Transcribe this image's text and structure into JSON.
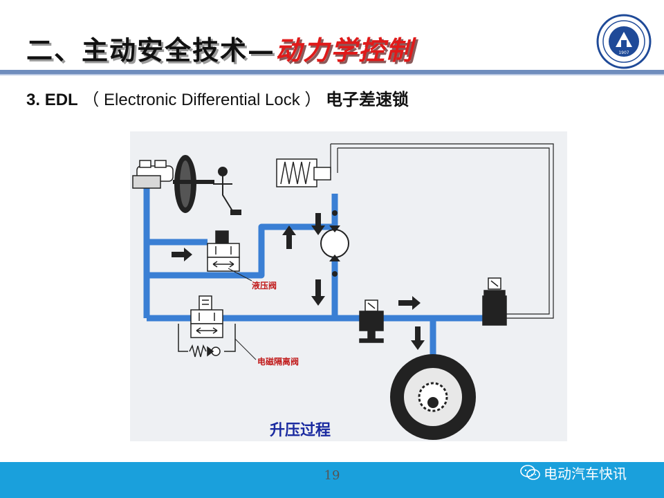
{
  "header": {
    "title_main": "二、主动安全技术—",
    "title_sub": "动力学控制"
  },
  "section": {
    "number": "3.",
    "abbr": "EDL",
    "full_name": "（ Electronic Differential Lock ）",
    "cn_name": "电子差速锁"
  },
  "diagram": {
    "labels": {
      "hydraulic_valve": "液压阀",
      "solenoid_isolation_valve": "电磁隔离阀"
    },
    "caption": "升压过程",
    "colors": {
      "fluid": "#3a7fd4",
      "outline": "#222222",
      "label": "#c01818"
    }
  },
  "footer": {
    "page_number": "19",
    "brand": "电动汽车快讯",
    "color": "#1aa0dc"
  },
  "logo": {
    "year": "1907"
  }
}
